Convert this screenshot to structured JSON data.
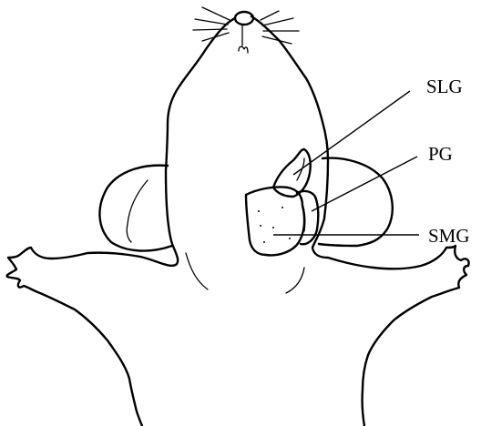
{
  "labels": {
    "slg": "SLG",
    "pg": "PG",
    "smg": "SMG"
  }
}
